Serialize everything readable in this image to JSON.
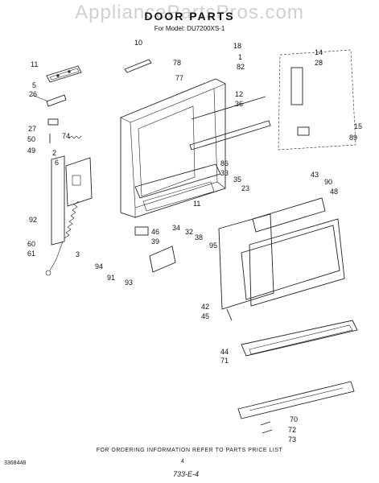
{
  "watermark": "AppliancePartsPros.com",
  "title": "DOOR PARTS",
  "model": "For Model: DU7200XS-1",
  "footer": "FOR ORDERING INFORMATION REFER TO PARTS PRICE LIST",
  "drawing_number": "3368448",
  "page_number": "4",
  "sequence": "733-E-4",
  "callouts": [
    "10",
    "18",
    "1",
    "82",
    "78",
    "77",
    "11",
    "5",
    "26",
    "14",
    "28",
    "12",
    "36",
    "27",
    "50",
    "74",
    "49",
    "2",
    "6",
    "15",
    "89",
    "86",
    "33",
    "35",
    "23",
    "43",
    "90",
    "48",
    "92",
    "60",
    "61",
    "3",
    "46",
    "39",
    "34",
    "32",
    "38",
    "11",
    "95",
    "94",
    "91",
    "93",
    "42",
    "45",
    "44",
    "71",
    "70",
    "72",
    "73"
  ]
}
